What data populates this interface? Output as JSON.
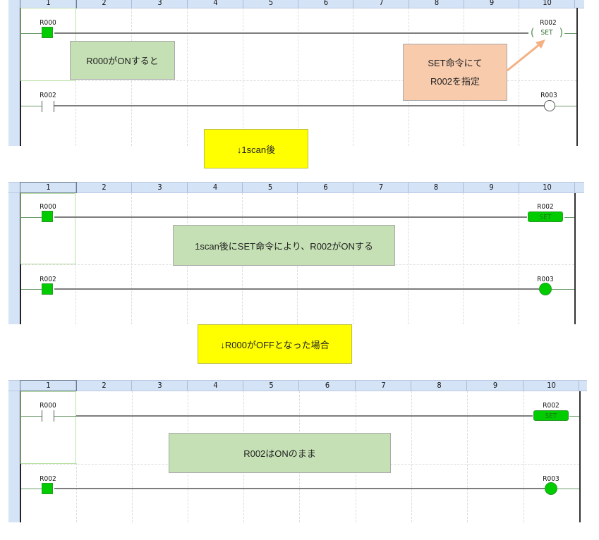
{
  "columns": [
    "1",
    "2",
    "3",
    "4",
    "5",
    "6",
    "7",
    "8",
    "9",
    "10"
  ],
  "panels": [
    {
      "id": "before",
      "rungs": [
        {
          "input": {
            "device": "R000",
            "state": "on",
            "kind": "contact"
          },
          "output": {
            "device": "R002",
            "state": "off",
            "kind": "set",
            "instruction": "SET"
          }
        },
        {
          "input": {
            "device": "R002",
            "state": "off",
            "kind": "contact"
          },
          "output": {
            "device": "R003",
            "state": "off",
            "kind": "coil"
          }
        }
      ],
      "notes": [
        {
          "text": "R000がONすると",
          "style": "green"
        },
        {
          "lines": [
            "SET命令にて",
            "R002を指定"
          ],
          "style": "orange"
        }
      ]
    },
    {
      "id": "after-1scan",
      "rungs": [
        {
          "input": {
            "device": "R000",
            "state": "on",
            "kind": "contact"
          },
          "output": {
            "device": "R002",
            "state": "on",
            "kind": "set",
            "instruction": "SET"
          }
        },
        {
          "input": {
            "device": "R002",
            "state": "on",
            "kind": "contact"
          },
          "output": {
            "device": "R003",
            "state": "on",
            "kind": "coil"
          }
        }
      ],
      "notes": [
        {
          "text": "1scan後にSET命令により、R002がONする",
          "style": "green"
        }
      ]
    },
    {
      "id": "after-r000-off",
      "rungs": [
        {
          "input": {
            "device": "R000",
            "state": "off",
            "kind": "contact"
          },
          "output": {
            "device": "R002",
            "state": "on",
            "kind": "set",
            "instruction": "SET"
          }
        },
        {
          "input": {
            "device": "R002",
            "state": "on",
            "kind": "contact"
          },
          "output": {
            "device": "R003",
            "state": "on",
            "kind": "coil"
          }
        }
      ],
      "notes": [
        {
          "text": "R002はONのまま",
          "style": "green"
        }
      ]
    }
  ],
  "transitions": [
    {
      "text": "↓1scan後"
    },
    {
      "text": "↓R000がOFFとなった場合"
    }
  ],
  "colors": {
    "on_green": "#00cc00",
    "note_green": "#c5e0b4",
    "note_orange": "#f8cbad",
    "transition_yellow": "#ffff00",
    "arrow_orange": "#f4b183",
    "header_blue": "#d5e3f7"
  }
}
